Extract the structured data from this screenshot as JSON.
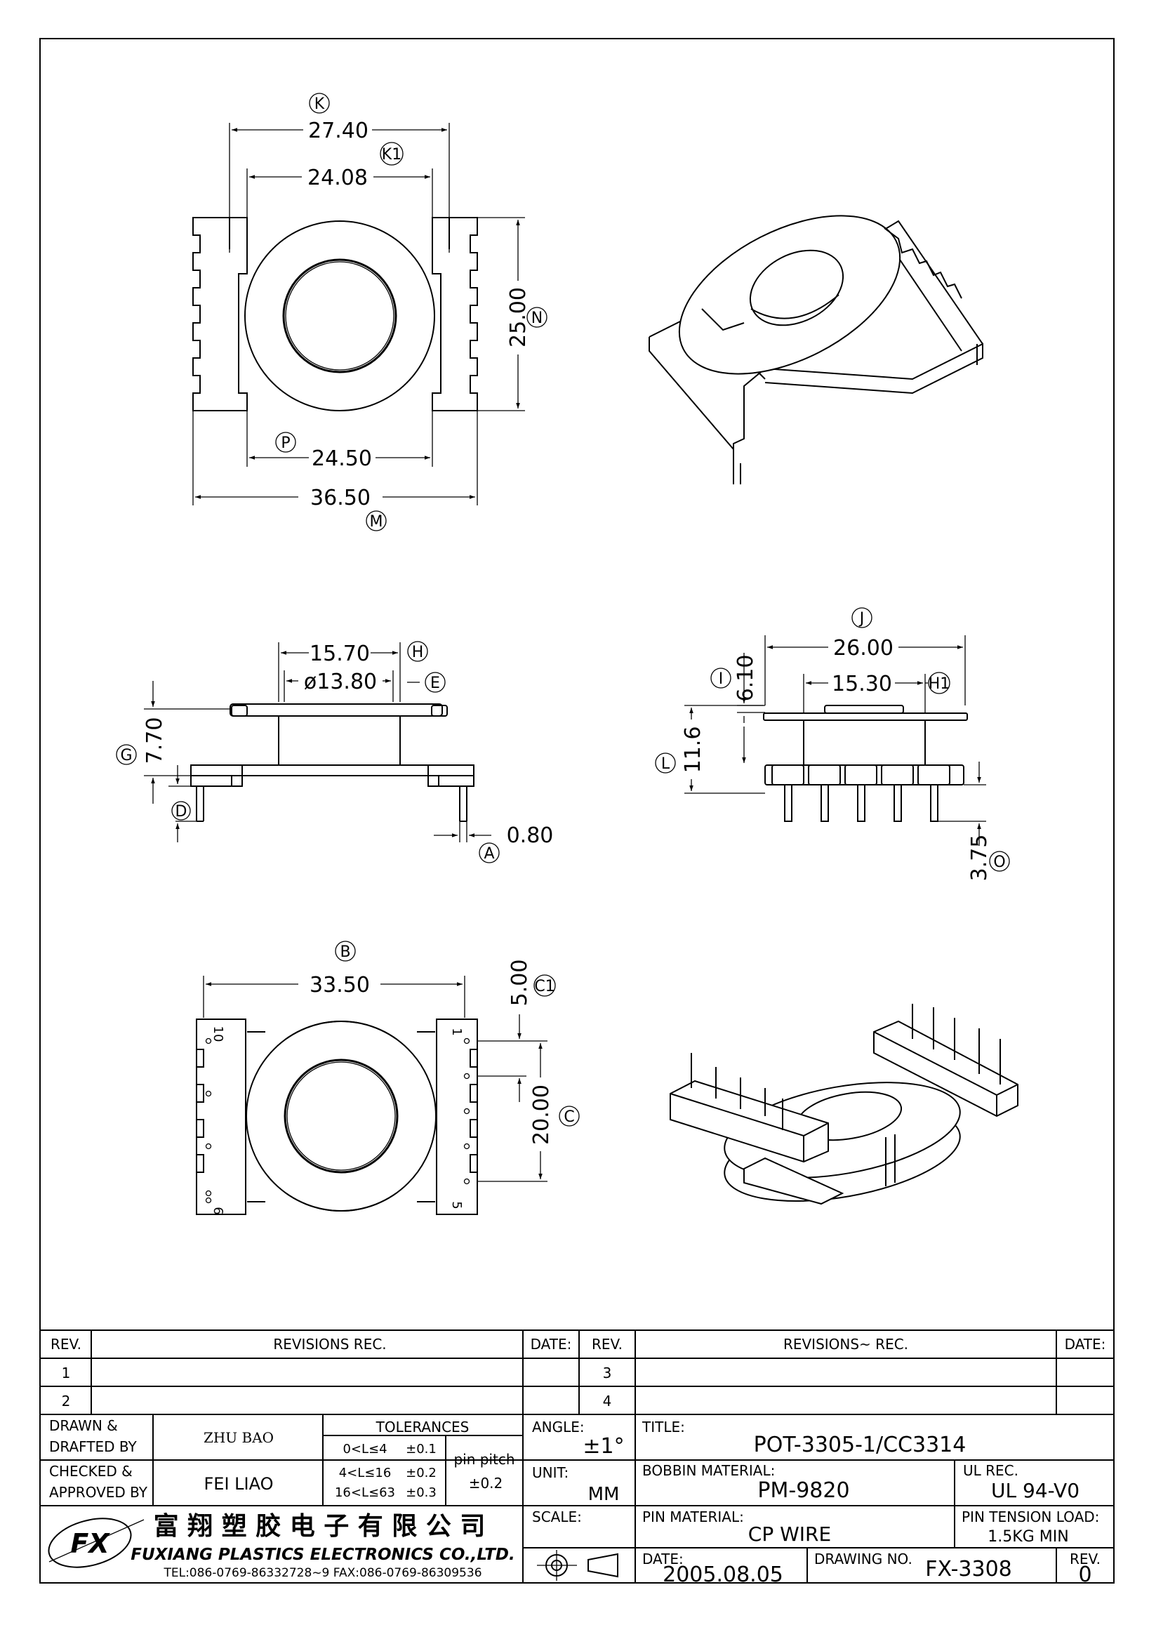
{
  "views": {
    "top": {
      "k_value": "27.40",
      "k_label": "K",
      "k1_value": "24.08",
      "k1_label": "K1",
      "n_value": "25.00",
      "n_label": "N",
      "p_value": "24.50",
      "p_label": "P",
      "m_value": "36.50",
      "m_label": "M"
    },
    "front": {
      "h_value": "15.70",
      "h_label": "H",
      "e_value": "ø13.80",
      "e_label": "E",
      "g_value": "7.70",
      "g_label": "G",
      "d_label": "D",
      "a_value": "0.80",
      "a_label": "A"
    },
    "side": {
      "j_value": "26.00",
      "j_label": "J",
      "i_value": "6.10",
      "i_label": "I",
      "h1_value": "15.30",
      "h1_label": "H1",
      "l_value": "11.6",
      "l_label": "L",
      "o_value": "3.75",
      "o_label": "O"
    },
    "bottom": {
      "b_value": "33.50",
      "b_label": "B",
      "c1_value": "5.00",
      "c1_label": "C1",
      "c_value": "20.00",
      "c_label": "C",
      "pin_1": "1",
      "pin_5": "5",
      "pin_6": "6",
      "pin_10": "10"
    }
  },
  "revisions": {
    "rev_header": "REV.",
    "rec_header": "REVISIONS   REC.",
    "date_header": "DATE:",
    "rev_header_2": "REV.",
    "rec_header_2": "REVISIONS~  REC.",
    "date_header_2": "DATE:",
    "rows": [
      "1",
      "2",
      "3",
      "4"
    ]
  },
  "title_block": {
    "drawn_label": "DRAWN  &",
    "drafted_label": "DRAFTED  BY",
    "drawn_by": "ZHU   BAO",
    "checked_label": "CHECKED  &",
    "approved_label": "APPROVED  BY",
    "checked_by": "FEI  LIAO",
    "tolerances_label": "TOLERANCES",
    "tol_1_range": "0<L≤4",
    "tol_1_value": "±0.1",
    "tol_2_range": "4<L≤16",
    "tol_2_value": "±0.2",
    "tol_3_range": "16<L≤63",
    "tol_3_value": "±0.3",
    "pin_pitch_label": "pin  pitch",
    "pin_pitch_value": "±0.2",
    "angle_label": "ANGLE:",
    "angle_value": "±1°",
    "unit_label": "UNIT:",
    "unit_value": "MM",
    "scale_label": "SCALE:",
    "title_label": "TITLE:",
    "title_value": "POT-3305-1/CC3314",
    "bobbin_material_label": "BOBBIN  MATERIAL:",
    "bobbin_material_value": "PM-9820",
    "ul_rec_label": "UL  REC.",
    "ul_rec_value": "UL  94-V0",
    "pin_material_label": "PIN  MATERIAL:",
    "pin_material_value": "CP  WIRE",
    "pin_tension_label": "PIN  TENSION  LOAD:",
    "pin_tension_value": "1.5KG  MIN",
    "date_label": "DATE:",
    "date_value": "2005.08.05",
    "drawing_no_label": "DRAWING  NO.",
    "drawing_no_value": "FX-3308",
    "rev_label": "REV.",
    "rev_value": "0",
    "company_cn": "富 翔 塑 胶 电 子 有 限 公 司",
    "company_en": "FUXIANG  PLASTICS  ELECTRONICS  CO.,LTD.",
    "contact": "TEL:086-0769-86332728~9     FAX:086-0769-86309536",
    "logo_text": "FX"
  }
}
